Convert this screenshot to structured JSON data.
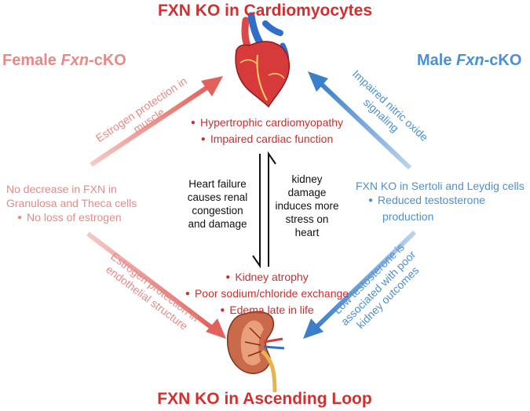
{
  "title_top": "FXN KO in Cardiomyocytes",
  "title_bottom": "FXN KO in Ascending Loop",
  "female": {
    "prefix": "Female ",
    "italic": "Fxn",
    "suffix": "-cKO",
    "text_line1": "No decrease in FXN in",
    "text_line2": "Granulosa and Theca cells",
    "bullet": "No loss of estrogen",
    "arrow_up_line1": "Estrogen protection in",
    "arrow_up_line2": "muscle",
    "arrow_down_line1": "Estrogen protection in",
    "arrow_down_line2": "endothelial structure"
  },
  "male": {
    "prefix": "Male ",
    "italic": "Fxn",
    "suffix": "-cKO",
    "text_line1": "FXN KO in Sertoli and Leydig cells",
    "bullet_line1": "Reduced testosterone",
    "bullet_line2": "production",
    "arrow_up_line1": "Impaired nitric oxide",
    "arrow_up_line2": "signaling",
    "arrow_down_line1": "Low testosterone is",
    "arrow_down_line2": "associated with poor",
    "arrow_down_line3": "kidney outcomes"
  },
  "heart_effects": [
    "Hypertrophic cardiomyopathy",
    "Impaired cardiac function"
  ],
  "kidney_effects": [
    "Kidney atrophy",
    "Poor sodium/chloride exchange",
    "Edema late in life"
  ],
  "heart_to_kidney": [
    "Heart failure",
    "causes renal",
    "congestion",
    "and damage"
  ],
  "kidney_to_heart": [
    "kidney",
    "damage",
    "induces more",
    "stress on",
    "heart"
  ],
  "icons": {
    "heart": "heart-organ-icon",
    "kidney": "kidney-organ-icon"
  },
  "colors": {
    "title": "#d22f2f",
    "female": "#e58a86",
    "male": "#4d8fd1",
    "effects": "#c8302e"
  }
}
